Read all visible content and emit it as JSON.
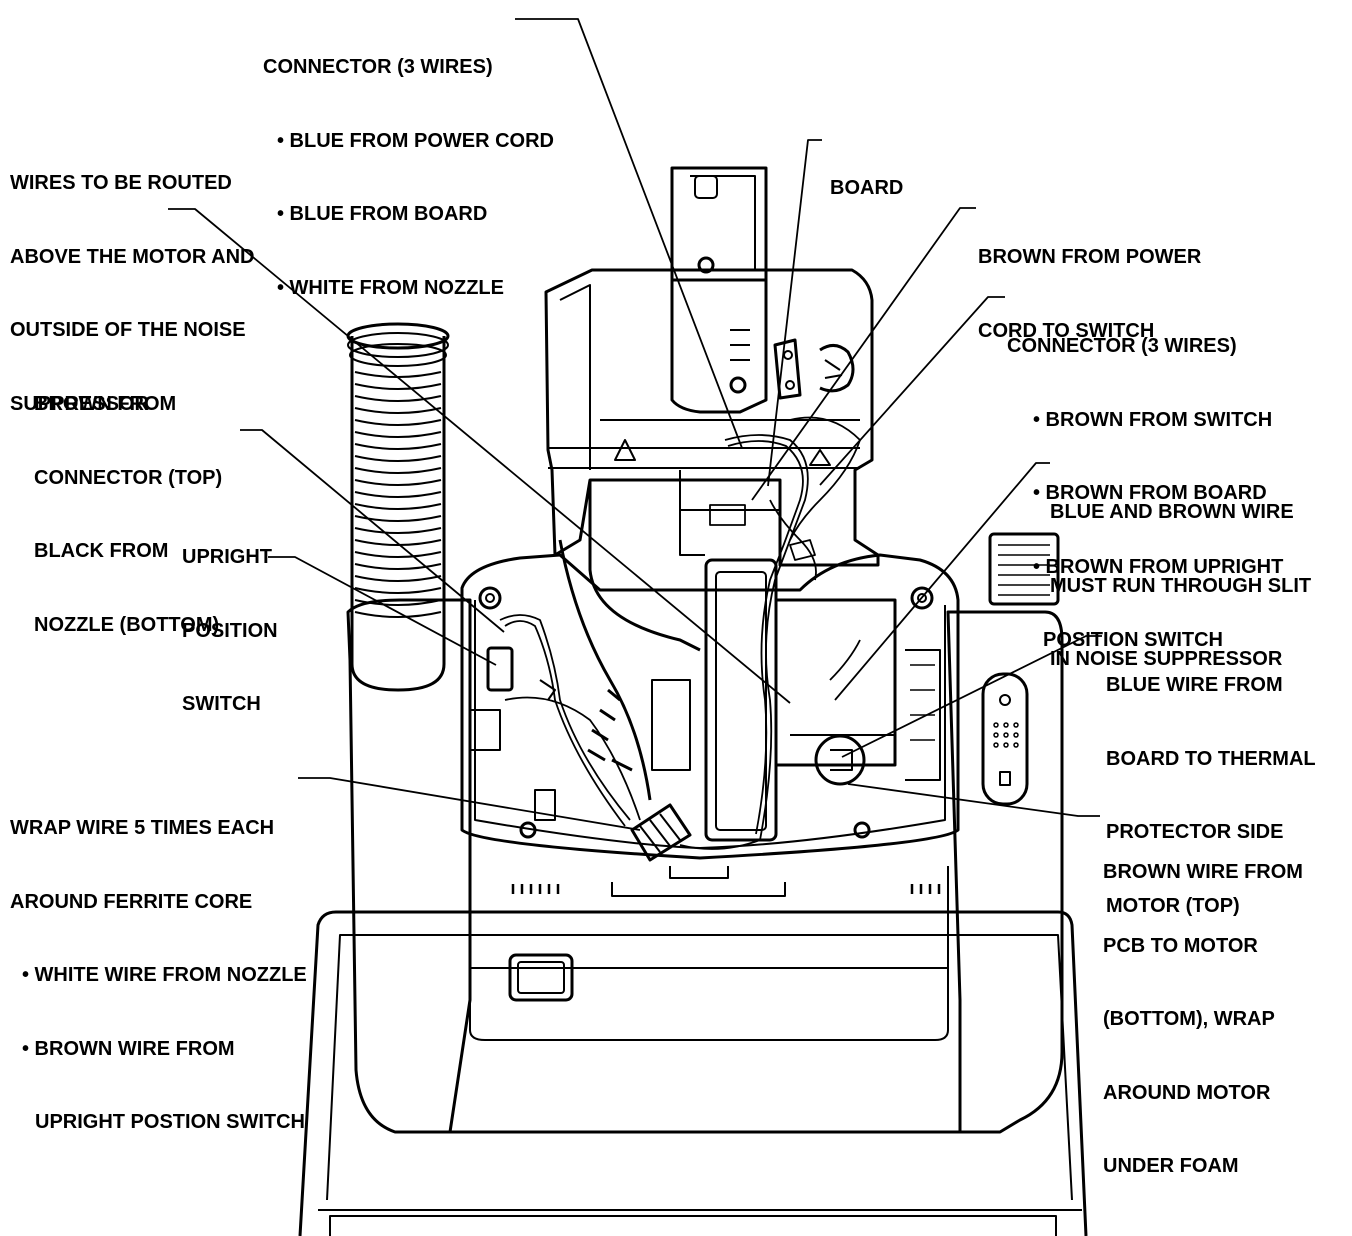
{
  "callouts": {
    "connector_top": {
      "lines": [
        "CONNECTOR (3 WIRES)",
        "• BLUE FROM POWER CORD",
        "• BLUE FROM BOARD",
        "• WHITE FROM NOZZLE"
      ]
    },
    "wires_routed": {
      "lines": [
        "WIRES TO BE ROUTED",
        "ABOVE THE MOTOR AND",
        "OUTSIDE OF THE NOISE",
        "SUPPRESSOR"
      ]
    },
    "board": {
      "lines": [
        "BOARD"
      ]
    },
    "brown_power_cord": {
      "lines": [
        "BROWN FROM POWER",
        "CORD TO SWITCH"
      ]
    },
    "connector_right": {
      "lines": [
        "CONNECTOR (3 WIRES)",
        "• BROWN FROM SWITCH",
        "• BROWN FROM BOARD",
        "• BROWN FROM UPRIGHT",
        "POSITION SWITCH"
      ]
    },
    "brown_from_connector": {
      "lines": [
        "BROWN FROM",
        "CONNECTOR (TOP)",
        "BLACK FROM",
        "NOZZLE (BOTTOM)"
      ]
    },
    "upright_switch": {
      "lines": [
        "UPRIGHT",
        "POSITION",
        "SWITCH"
      ]
    },
    "blue_brown_slit": {
      "lines": [
        "BLUE AND BROWN WIRE",
        "MUST RUN THROUGH SLIT",
        "IN NOISE SUPPRESSOR"
      ]
    },
    "blue_thermal": {
      "lines": [
        "BLUE WIRE FROM",
        "BOARD TO THERMAL",
        "PROTECTOR SIDE",
        "MOTOR (TOP)"
      ]
    },
    "wrap_ferrite": {
      "lines": [
        "WRAP WIRE 5 TIMES EACH",
        "AROUND FERRITE CORE",
        "• WHITE WIRE FROM NOZZLE",
        "• BROWN WIRE FROM",
        "UPRIGHT POSTION SWITCH"
      ]
    },
    "brown_pcb_motor": {
      "lines": [
        "BROWN WIRE FROM",
        "PCB TO MOTOR",
        "(BOTTOM), WRAP",
        "AROUND MOTOR",
        "UNDER FOAM"
      ]
    }
  }
}
